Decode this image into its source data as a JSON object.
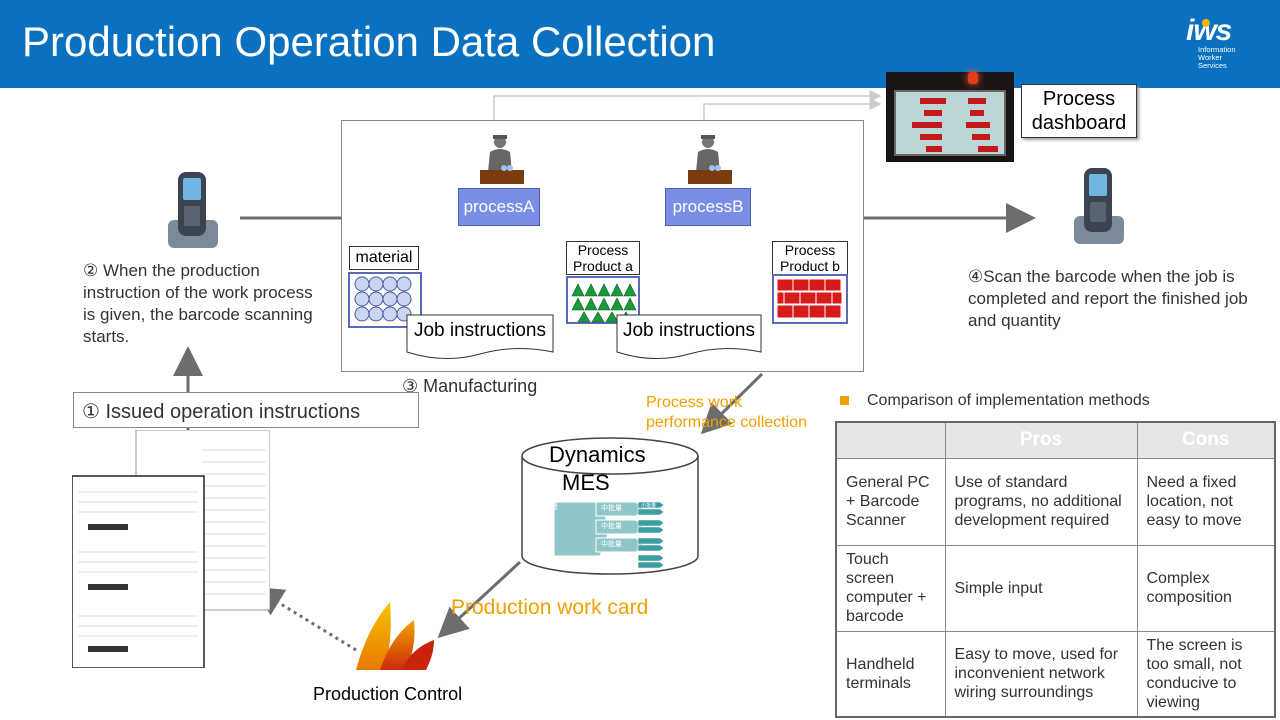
{
  "header": {
    "title": "Production Operation Data Collection"
  },
  "logo": {
    "mark": "iws",
    "line1": "Information",
    "line2": "Worker",
    "line3": "Services"
  },
  "steps": {
    "step1": "① Issued operation instructions",
    "step2": "② When the production instruction of the work process is given, the barcode scanning starts.",
    "step3": "③ Manufacturing",
    "step4": "④Scan the barcode when the job is completed and report the finished job and quantity"
  },
  "process": {
    "a": "processA",
    "b": "processB",
    "material": "material",
    "product_a": "Process Product a",
    "product_b": "Process Product b",
    "job_instructions": "Job instructions"
  },
  "dashboard": {
    "label": "Process dashboard"
  },
  "mes": {
    "title": "Dynamics",
    "subtitle": "MES",
    "collection_label": "Process work performance collection",
    "big_batch": "大批量",
    "mid_batch": "中批量",
    "small_batch": "小批量"
  },
  "work_card": "Production work card",
  "production_control": "Production Control",
  "comparison": {
    "heading": "Comparison of implementation methods",
    "columns": [
      "",
      "Pros",
      "Cons"
    ],
    "rows": [
      {
        "method": "General PC + Barcode Scanner",
        "pros": "Use of standard programs, no additional development required",
        "cons": "Need a fixed location, not easy to move"
      },
      {
        "method": "Touch screen computer + barcode",
        "pros": "Simple input",
        "cons": "Complex composition"
      },
      {
        "method": "Handheld terminals",
        "pros": "Easy to move, used for inconvenient network wiring surroundings",
        "cons": "The screen is too small, not conducive to viewing"
      }
    ]
  },
  "colors": {
    "header": "#0a71c0",
    "process_box": "#7b8ee6",
    "accent": "#f0a000",
    "bullet": "#f0a000"
  }
}
